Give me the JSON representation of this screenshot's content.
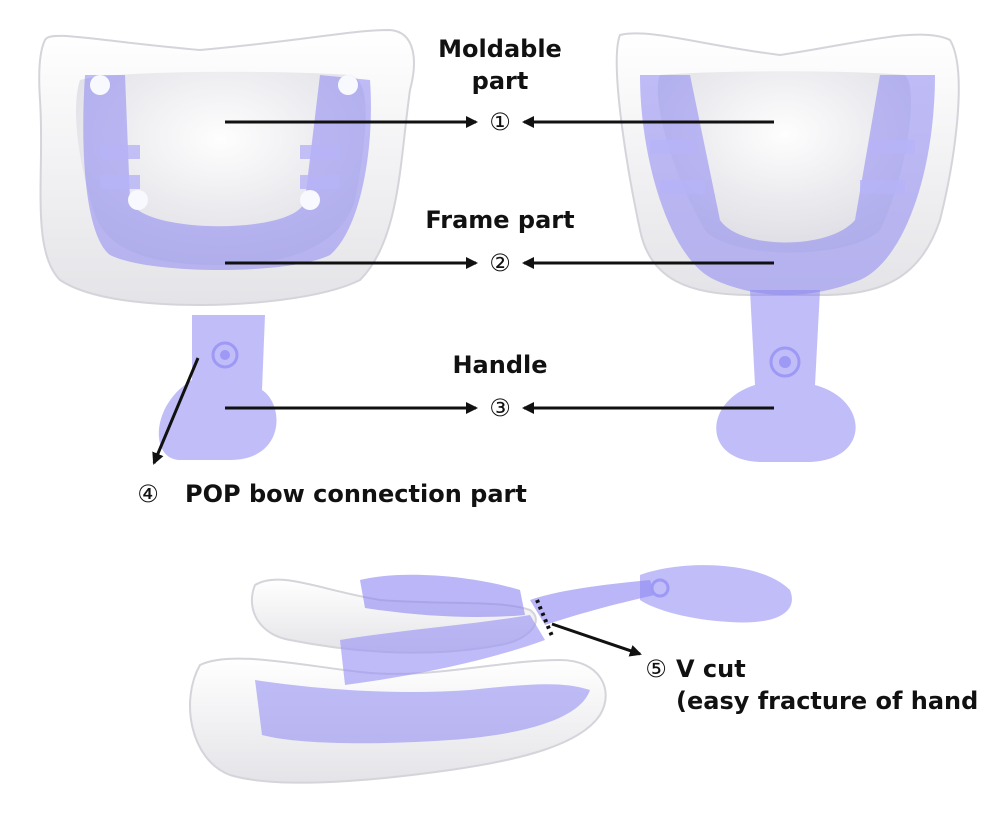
{
  "labels": {
    "moldable_line1": "Moldable",
    "moldable_line2": "part",
    "moldable_num": "①",
    "frame": "Frame part",
    "frame_num": "②",
    "handle": "Handle",
    "handle_num": "③",
    "pop_num": "④",
    "pop": "POP bow connection part",
    "vcut_num": "⑤",
    "vcut": "V cut",
    "vcut_note": "(easy fracture of hand"
  },
  "colors": {
    "frame_purple": "#8c86f2",
    "tray_white": "#f2f2f4",
    "arrow": "#111111"
  }
}
